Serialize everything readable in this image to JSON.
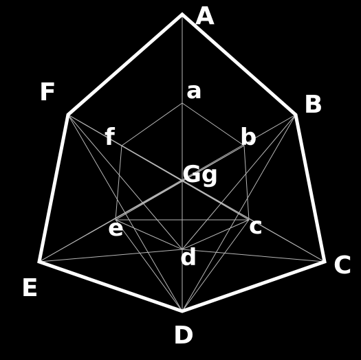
{
  "diagram": {
    "background": "#000000",
    "outline_color": "#ffffff",
    "line_color": "#d0d0d0",
    "outer_labels": {
      "A": "A",
      "B": "B",
      "C": "C",
      "D": "D",
      "E": "E",
      "F": "F"
    },
    "inner_labels": {
      "a": "a",
      "b": "b",
      "c": "c",
      "d": "d",
      "e": "e",
      "f": "f"
    },
    "center_label": "Gg"
  }
}
